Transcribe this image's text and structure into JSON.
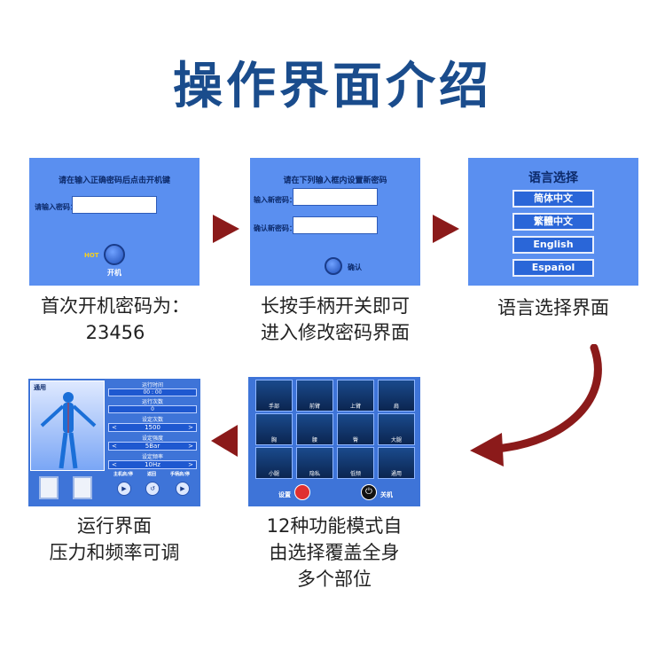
{
  "page": {
    "title": "操作界面介绍"
  },
  "colors": {
    "title": "#1a4c8c",
    "panel": "#5a8ff0",
    "arrow": "#8b1a1a"
  },
  "screen1": {
    "heading": "请在输入正确密码后点击开机键",
    "password_label": "请输入密码：",
    "power_label": "开机",
    "logo": "HOT",
    "caption_line1": "首次开机密码为：",
    "caption_line2": "23456"
  },
  "screen2": {
    "heading": "请在下列输入框内设置新密码",
    "new_pw_label": "输入新密码：",
    "confirm_pw_label": "确认新密码：",
    "confirm_button": "确认",
    "caption_line1": "长按手柄开关即可",
    "caption_line2": "进入修改密码界面"
  },
  "screen3": {
    "heading": "语言选择",
    "languages": [
      "简体中文",
      "繁體中文",
      "English",
      "Español"
    ],
    "caption": "语言选择界面"
  },
  "screen4": {
    "tiles": [
      "手部",
      "前臂",
      "上臂",
      "肩",
      "胸",
      "腰",
      "臀",
      "大腿",
      "小腿",
      "隐私",
      "低频",
      "通用"
    ],
    "settings_label": "设置",
    "shutdown_label": "关机",
    "caption_line1": "12种功能模式自",
    "caption_line2": "由选择覆盖全身",
    "caption_line3": "多个部位"
  },
  "screen5": {
    "mode": "通用",
    "run_time_label": "运行时间",
    "run_time_value": "00 : 00",
    "run_count_label": "运行次数",
    "run_count_value": "0",
    "set_count_label": "设定次数",
    "set_count_value": "1500",
    "set_strength_label": "设定强度",
    "set_strength_value": "5Bar",
    "set_freq_label": "设定频率",
    "set_freq_value": "10Hz",
    "main_start_label": "主机启/停",
    "return_label": "返回",
    "handle_start_label": "手柄启/停",
    "caption_line1": "运行界面",
    "caption_line2": "压力和频率可调"
  }
}
